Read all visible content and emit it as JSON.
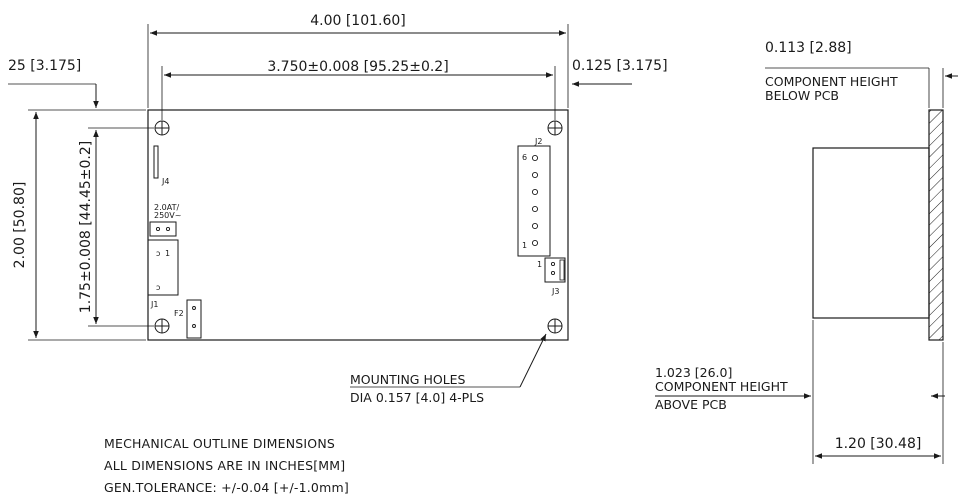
{
  "dimensions": {
    "overall_width": "4.00 [101.60]",
    "hole_spacing_x": "3.750±0.008 [95.25±0.2]",
    "left_offset": "25 [3.175]",
    "right_offset": "0.125 [3.175]",
    "overall_height": "2.00 [50.80]",
    "hole_spacing_y": "1.75±0.008 [44.45±0.2]",
    "below_pcb_value": "0.113 [2.88]",
    "below_pcb_label_1": "COMPONENT HEIGHT",
    "below_pcb_label_2": "BELOW PCB",
    "above_pcb_value": "1.023 [26.0]",
    "above_pcb_label_1": "COMPONENT HEIGHT",
    "above_pcb_label_2": "ABOVE PCB",
    "side_width": "1.20 [30.48]"
  },
  "board": {
    "j1": "J1",
    "j2": "J2",
    "j3": "J3",
    "j4": "J4",
    "f2": "F2",
    "fuse_rating_1": "2.0AT/",
    "fuse_rating_2": "250V~",
    "j2_pin_top": "6",
    "j2_pin_bottom": "1",
    "j3_pin": "1",
    "j1_pin_1": "1"
  },
  "callout": {
    "line1": "MOUNTING HOLES",
    "line2": "DIA 0.157 [4.0] 4-PLS"
  },
  "notes": {
    "line1": "MECHANICAL OUTLINE DIMENSIONS",
    "line2": "ALL DIMENSIONS ARE IN INCHES[MM]",
    "line3": "GEN.TOLERANCE: +/-0.04  [+/-1.0mm]"
  }
}
